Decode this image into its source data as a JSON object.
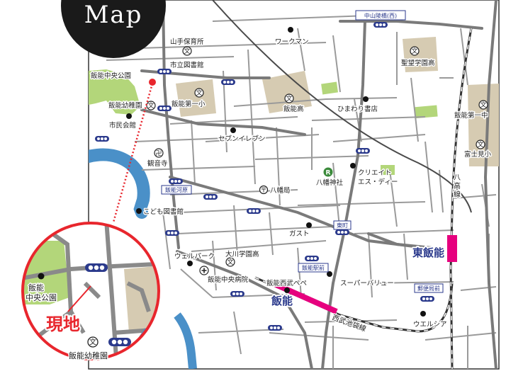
{
  "title": "Map",
  "colors": {
    "road": "#8a8a8a",
    "river": "#4a90c8",
    "park": "#b3d67a",
    "school": "#d6cbb2",
    "rail_accent": "#e6007e",
    "site_red": "#e8262d",
    "stop_blue": "#2b3a8c"
  },
  "landmarks": {
    "yamate_nursery": "山手保育所",
    "city_library": "市立図書館",
    "hanno_central_park": "飯能中央公園",
    "hanno_kindergarten": "飯能幼稚園",
    "hanno_first_elem": "飯能第一小",
    "civic_hall": "市民会館",
    "kannonji": "観音寺",
    "kids_library": "こども図書館",
    "work_man": "ワークマン",
    "hanno_high": "飯能高",
    "himawari_books": "ひまわり書店",
    "seibo_high": "聖望学園高",
    "hanno_first_jhs": "飯能第一中",
    "fujimi_elem": "富士見小",
    "seven_eleven": "セブンイレブン",
    "hachiman_shrine": "八幡神社",
    "create_sd_1": "クリエイト",
    "create_sd_2": "エス・ディー",
    "hachiman_post": "八幡局",
    "gusto": "ガスト",
    "wel_park": "ウェルパーク",
    "okawa_gakuen": "大川学園高",
    "hanno_central_hospital": "飯能中央病院",
    "hanno_seibu_pepe": "飯能西武ペペ",
    "super_value": "スーパーバリュー",
    "welcia": "ウエルシア"
  },
  "bus_stops": {
    "nakayama_ryoki_nishi": "中山陵橋(西)",
    "hanno_kawara": "飯能河原",
    "higashimachi": "東町",
    "hanno_station_mae": "飯能駅前",
    "post_office_mae": "郵便局前"
  },
  "stations": {
    "hanno": "飯能",
    "higashi_hanno": "東飯能"
  },
  "rail_lines": {
    "seibu_ikebukuro": "西武池袋線",
    "hachiko": "八高線"
  },
  "inset": {
    "site": "現地",
    "park_1": "飯能",
    "park_2": "中央公園",
    "kindergarten": "飯能幼稚園"
  },
  "icons": {
    "school": "school-icon",
    "shrine": "shrine-icon",
    "temple": "temple-icon",
    "post_office": "post-office-icon",
    "hospital": "hospital-icon",
    "bus_stop": "bus-stop-icon",
    "station": "station-icon"
  }
}
